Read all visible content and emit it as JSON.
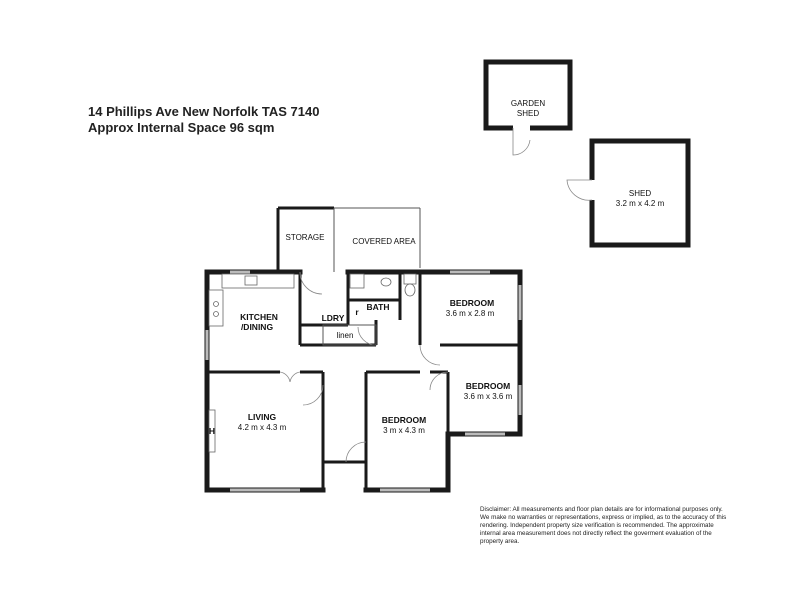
{
  "header": {
    "address": "14 Phillips Ave New Norfolk TAS 7140",
    "area": "Approx Internal Space 96  sqm"
  },
  "rooms": {
    "garden_shed": {
      "line1": "GARDEN",
      "line2": "SHED"
    },
    "shed": {
      "name": "SHED",
      "size": "3.2 m x 4.2 m"
    },
    "storage": {
      "name": "STORAGE"
    },
    "covered_area": {
      "name": "COVERED AREA"
    },
    "kitchen": {
      "line1": "KITCHEN",
      "line2": "/DINING"
    },
    "laundry": {
      "name": "LDRY"
    },
    "bath": {
      "name": "BATH"
    },
    "robe": {
      "name": "r"
    },
    "linen": {
      "name": "linen"
    },
    "bedroom1": {
      "name": "BEDROOM",
      "size": "3.6 m x 2.8 m"
    },
    "bedroom2": {
      "name": "BEDROOM",
      "size": "3.6 m x 3.6 m"
    },
    "bedroom3": {
      "name": "BEDROOM",
      "size": "3 m x 4.3 m"
    },
    "living": {
      "name": "LIVING",
      "size": "4.2 m x 4.3 m"
    },
    "heater": {
      "name": "H"
    }
  },
  "disclaimer": "Disclaimer: All measurements and floor plan details are for informational purposes only. We  make no warranties or representations, express or implied, as to the accuracy of this rendering. Independent property size verification is recommended. The approximate internal area measurement does not directly reflect the goverment evaluation of the property area."
}
